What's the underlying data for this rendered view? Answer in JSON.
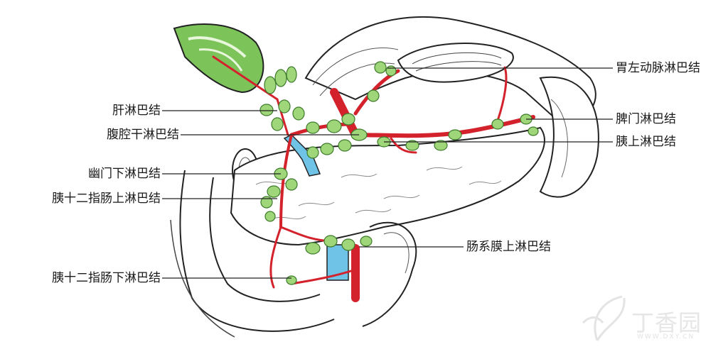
{
  "labels": {
    "hepatic": "肝淋巴结",
    "celiac": "腹腔干淋巴结",
    "subpyloric": "幽门下淋巴结",
    "sup_pancreaticoduodenal": "胰十二指肠上淋巴结",
    "inf_pancreaticoduodenal": "胰十二指肠下淋巴结",
    "left_gastric": "胃左动脉淋巴结",
    "splenic_hilar": "脾门淋巴结",
    "suprapancreatic": "胰上淋巴结",
    "superior_mesenteric": "肠系膜上淋巴结"
  },
  "watermark": {
    "brand": "丁香园",
    "url": "WWW.DXY.CN"
  },
  "colors": {
    "artery": "#d3222c",
    "vein": "#6ec3e6",
    "lymph_node": "#9fd67a",
    "lymph_node_outline": "#3d7a2a",
    "outline": "#222222",
    "gallbladder": "#7cc45a"
  }
}
